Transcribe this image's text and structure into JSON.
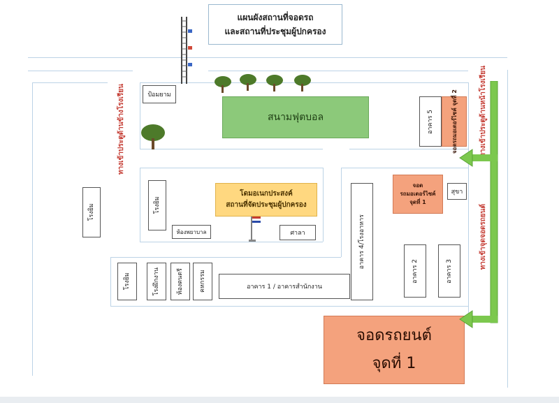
{
  "title": {
    "line1": "แผนผังสถานที่จอดรถ",
    "line2": "และสถานที่ประชุมผู้ปกครอง"
  },
  "areas": {
    "football_field": "สนามฟุตบอล",
    "dome": {
      "line1": "โดมอเนกประสงค์",
      "line2": "สถานที่จัดประชุมผู้ปกครอง"
    },
    "car_park_1": {
      "line1": "จอดรถยนต์",
      "line2": "จุดที่ 1"
    },
    "moto_park_1": {
      "line1": "จอด",
      "line2": "รถมอเตอร์ไซค์",
      "line3": "จุดที่ 1"
    },
    "moto_park_2": "จอดรถมอเตอร์ไซค์ จุดที่ 2"
  },
  "buildings": {
    "guard": "ป้อมยาม",
    "gym_left": "โรงยิม",
    "gym_inner": "โรงยิม",
    "nurse_room": "ห้องพยาบาล",
    "sala": "ศาลา",
    "toilet": "สุขา",
    "canteen": "อาคาร 4/โรงอาหาร",
    "bldg1": "อาคาร 1 / อาคารสำนักงาน",
    "bldg2": "อาคาร 2",
    "bldg3": "อาคาร 3",
    "bldg5": "อาคาร 5",
    "gym_bottom": "โรงยิม",
    "workshop": "โรงฝึกงาน",
    "science_room": "ห้องดนตรี",
    "agri": "คหกรรม"
  },
  "labels": {
    "side_gate": "ทางเข้าประตูด้านข้างโรงเรียน",
    "front_gate": "ทางเข้าประตูด้านหน้าโรงเรียน",
    "car_entrance": "ทางเข้าจุดจอดรถยนต์"
  },
  "colors": {
    "field": "#8cc97a",
    "dome": "#ffd880",
    "parking": "#f4a27d",
    "arrow": "#7cc84e",
    "label_red": "#c43b32"
  }
}
